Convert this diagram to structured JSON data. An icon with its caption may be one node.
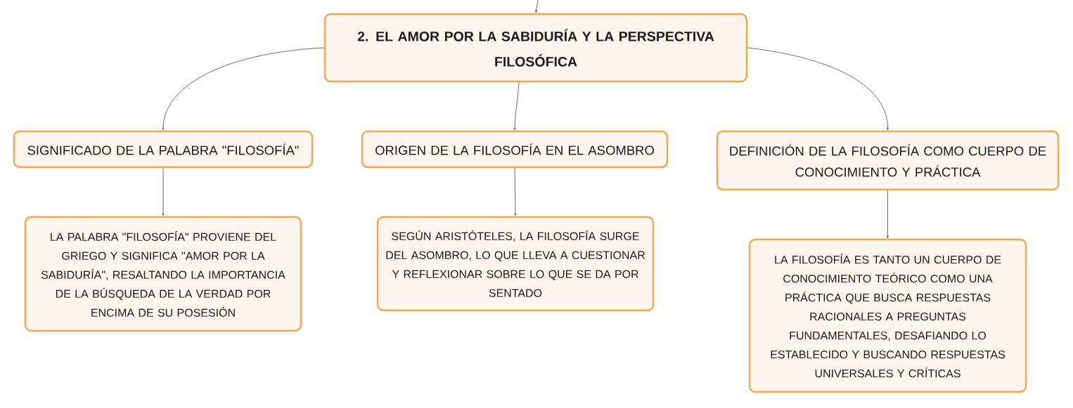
{
  "diagram": {
    "nodes": [
      {
        "text": [
          "2. EL AMOR POR LA SABIDURÍA Y LA PERSPECTIVA FILOSÓFICA"
        ]
      },
      {
        "text": [
          "SIGNIFICADO DE LA PALABRA \"FILOSOFÍA\""
        ]
      },
      {
        "text": [
          "ORIGEN DE LA FILOSOFÍA EN EL ASOMBRO"
        ]
      },
      {
        "text": [
          "DEFINICIÓN DE LA FILOSOFÍA COMO CUERPO DE CONOCIMIENTO Y PRÁCTICA"
        ]
      },
      {
        "text": [
          "LA PALABRA \"FILOSOFÍA\" PROVIENE DEL GRIEGO Y SIGNIFICA \"AMOR POR LA SABIDURÍA\", RESALTANDO LA IMPORTANCIA DE LA BÚSQUEDA DE LA VERDAD POR ENCIMA DE SU POSESIÓN"
        ]
      },
      {
        "text": [
          "SEGÚN ARISTÓTELES, LA FILOSOFÍA SURGE DEL ASOMBRO, LO QUE LLEVA A CUESTIONAR Y REFLEXIONAR SOBRE LO QUE SE DA POR SENTADO"
        ]
      },
      {
        "text": [
          "LA FILOSOFÍA ES TANTO UN CUERPO DE CONOCIMIENTO TEÓRICO COMO UNA PRÁCTICA QUE BUSCA RESPUESTAS RACIONALES A PREGUNTAS FUNDAMENTALES, DESAFIANDO LO ESTABLECIDO Y BUSCANDO RESPUESTAS UNIVERSALES Y CRÍTICAS"
        ]
      }
    ],
    "edges": [
      {
        "from": null,
        "to": 0,
        "arrow": "to"
      },
      {
        "from": 0,
        "to": 1,
        "arrow": "to"
      },
      {
        "from": 0,
        "to": 2,
        "arrow": "to"
      },
      {
        "from": 0,
        "to": 3,
        "arrow": "to"
      },
      {
        "from": 1,
        "to": 4,
        "arrow": "to"
      },
      {
        "from": 2,
        "to": 5,
        "arrow": "to"
      },
      {
        "from": 3,
        "to": 6,
        "arrow": "to"
      }
    ]
  }
}
